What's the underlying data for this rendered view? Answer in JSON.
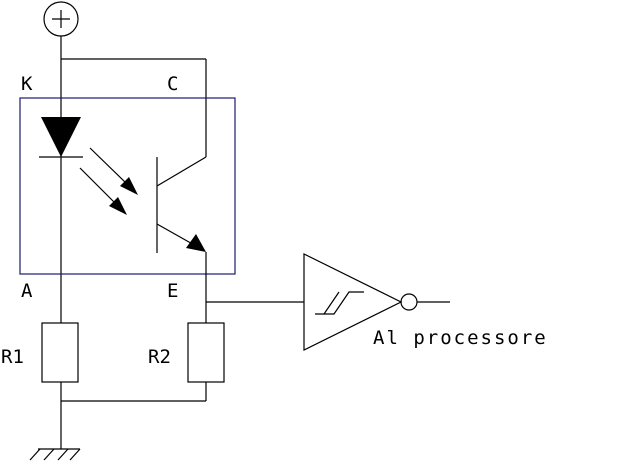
{
  "labels": {
    "collector": "C",
    "cathode": "K",
    "anode": "A",
    "emitter": "E",
    "r1": "R1",
    "r2": "R2",
    "output": "Al processore",
    "supply_symbol": "+"
  },
  "colors": {
    "wire": "#000000",
    "optocoupler_box": "#1a1a6e"
  },
  "icons": {
    "supply": "plus-circle-icon",
    "ground": "ground-icon",
    "led": "led-diode-icon",
    "phototransistor": "npn-phototransistor-icon",
    "schmitt_buffer": "schmitt-trigger-inverter-icon"
  }
}
